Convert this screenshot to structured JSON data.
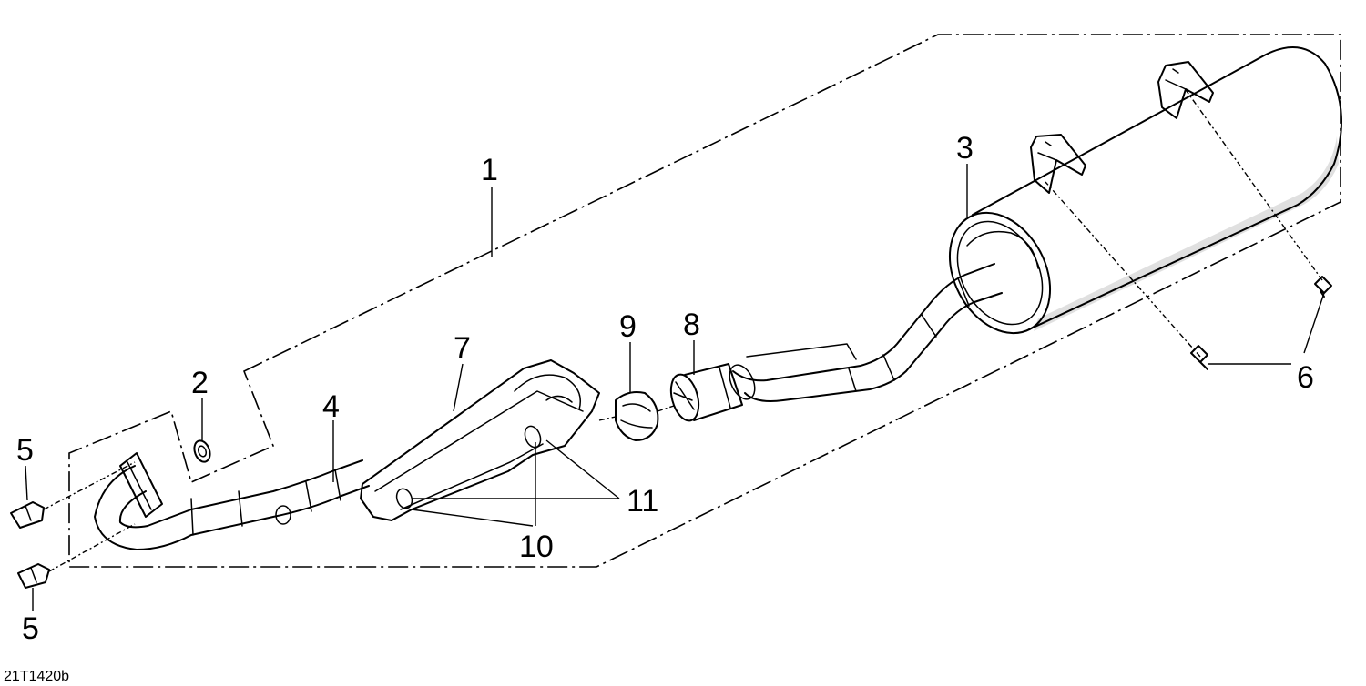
{
  "diagram": {
    "drawing_code": "21T1420b",
    "callouts": [
      {
        "id": "1",
        "text": "1"
      },
      {
        "id": "2",
        "text": "2"
      },
      {
        "id": "3",
        "text": "3"
      },
      {
        "id": "4",
        "text": "4"
      },
      {
        "id": "5a",
        "text": "5"
      },
      {
        "id": "5b",
        "text": "5"
      },
      {
        "id": "6",
        "text": "6"
      },
      {
        "id": "7",
        "text": "7"
      },
      {
        "id": "8",
        "text": "8"
      },
      {
        "id": "9",
        "text": "9"
      },
      {
        "id": "10",
        "text": "10"
      },
      {
        "id": "11",
        "text": "11"
      }
    ]
  }
}
